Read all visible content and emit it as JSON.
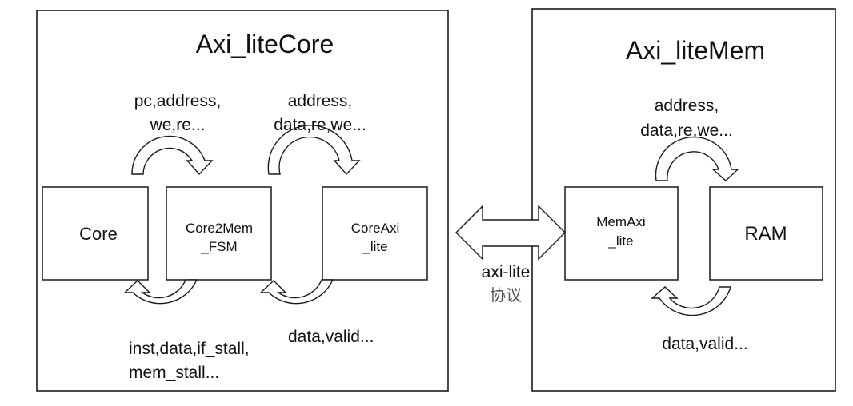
{
  "diagram": {
    "left_container": {
      "title": "Axi_liteCore"
    },
    "right_container": {
      "title": "Axi_liteMem"
    },
    "blocks": {
      "core": {
        "label_lines": [
          "Core"
        ]
      },
      "core2mem_fsm": {
        "label_lines": [
          "Core2Mem",
          "_FSM"
        ]
      },
      "core_axi_lite": {
        "label_lines": [
          "CoreAxi",
          "_lite"
        ]
      },
      "mem_axi_lite": {
        "label_lines": [
          "MemAxi",
          "_lite"
        ]
      },
      "ram": {
        "label_lines": [
          "RAM"
        ]
      }
    },
    "signals": {
      "core_to_fsm": {
        "lines": [
          "pc,address,",
          "we,re..."
        ]
      },
      "fsm_to_coreaxi": {
        "lines": [
          "address,",
          "data,re,we..."
        ]
      },
      "fsm_to_core": {
        "lines": [
          "inst,data,if_stall,",
          "mem_stall..."
        ]
      },
      "coreaxi_to_fsm": {
        "lines": [
          "data,valid..."
        ]
      },
      "memaxi_to_ram": {
        "lines": [
          "address,",
          "data,re,we..."
        ]
      },
      "ram_to_memaxi": {
        "lines": [
          "data,valid..."
        ]
      }
    },
    "bus": {
      "lines": [
        "axi-lite",
        "协议"
      ]
    }
  }
}
